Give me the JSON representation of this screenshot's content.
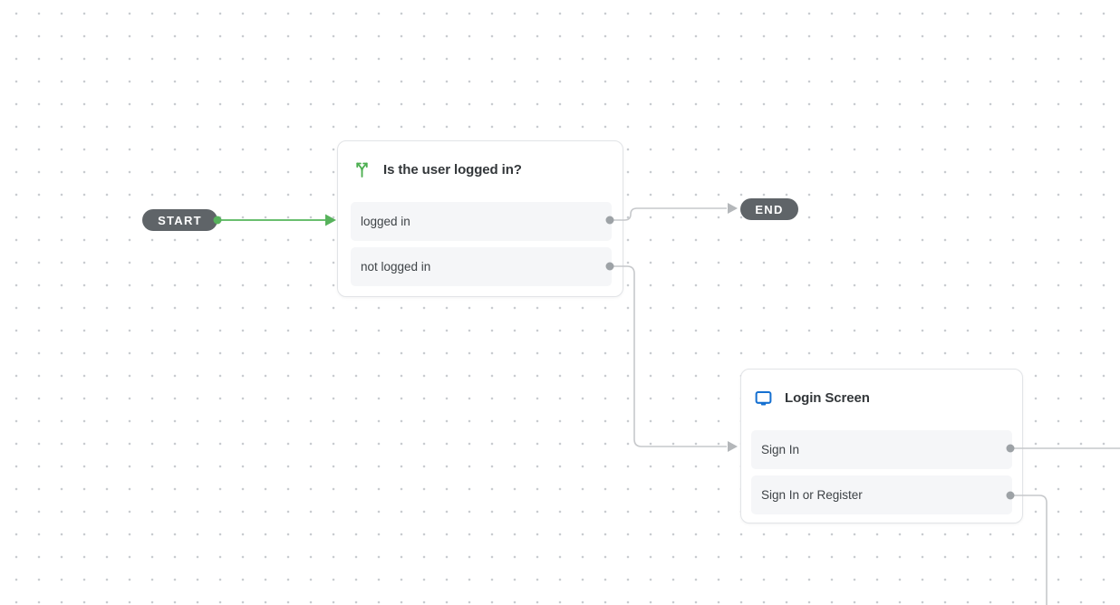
{
  "flow": {
    "start": {
      "label": "START"
    },
    "end": {
      "label": "END"
    },
    "decision_node": {
      "title": "Is the user logged in?",
      "icon": "split-branch-icon",
      "paths": [
        {
          "label": "logged in"
        },
        {
          "label": "not logged in"
        }
      ]
    },
    "screen_node": {
      "title": "Login Screen",
      "icon": "monitor-icon",
      "options": [
        {
          "label": "Sign In"
        },
        {
          "label": "Sign In or Register"
        }
      ]
    }
  },
  "edges": [
    {
      "name": "start-to-decision",
      "from": "start",
      "to": "decision_node",
      "color": "#6abf6f"
    },
    {
      "name": "logged-in-to-end",
      "from": "decision_node.logged in",
      "to": "end",
      "color": "#c6c8cb"
    },
    {
      "name": "not-logged-in-to-login-screen",
      "from": "decision_node.not logged in",
      "to": "screen_node",
      "color": "#c6c8cb"
    },
    {
      "name": "sign-in-out",
      "from": "screen_node.Sign In",
      "to": "offscreen-right",
      "color": "#c6c8cb"
    },
    {
      "name": "sign-in-or-register-out",
      "from": "screen_node.Sign In or Register",
      "to": "offscreen-bottom",
      "color": "#c6c8cb"
    }
  ],
  "colors": {
    "edge_green": "#6abf6f",
    "edge_gray": "#c6c8cb",
    "port_gray": "#9da2a6",
    "pill_background": "#5f6468",
    "decision_accent": "#4caf50",
    "screen_accent": "#1570d1",
    "card_border": "#e2e4e7",
    "row_background": "#f5f6f8",
    "canvas_dot": "#c9ccd0"
  }
}
